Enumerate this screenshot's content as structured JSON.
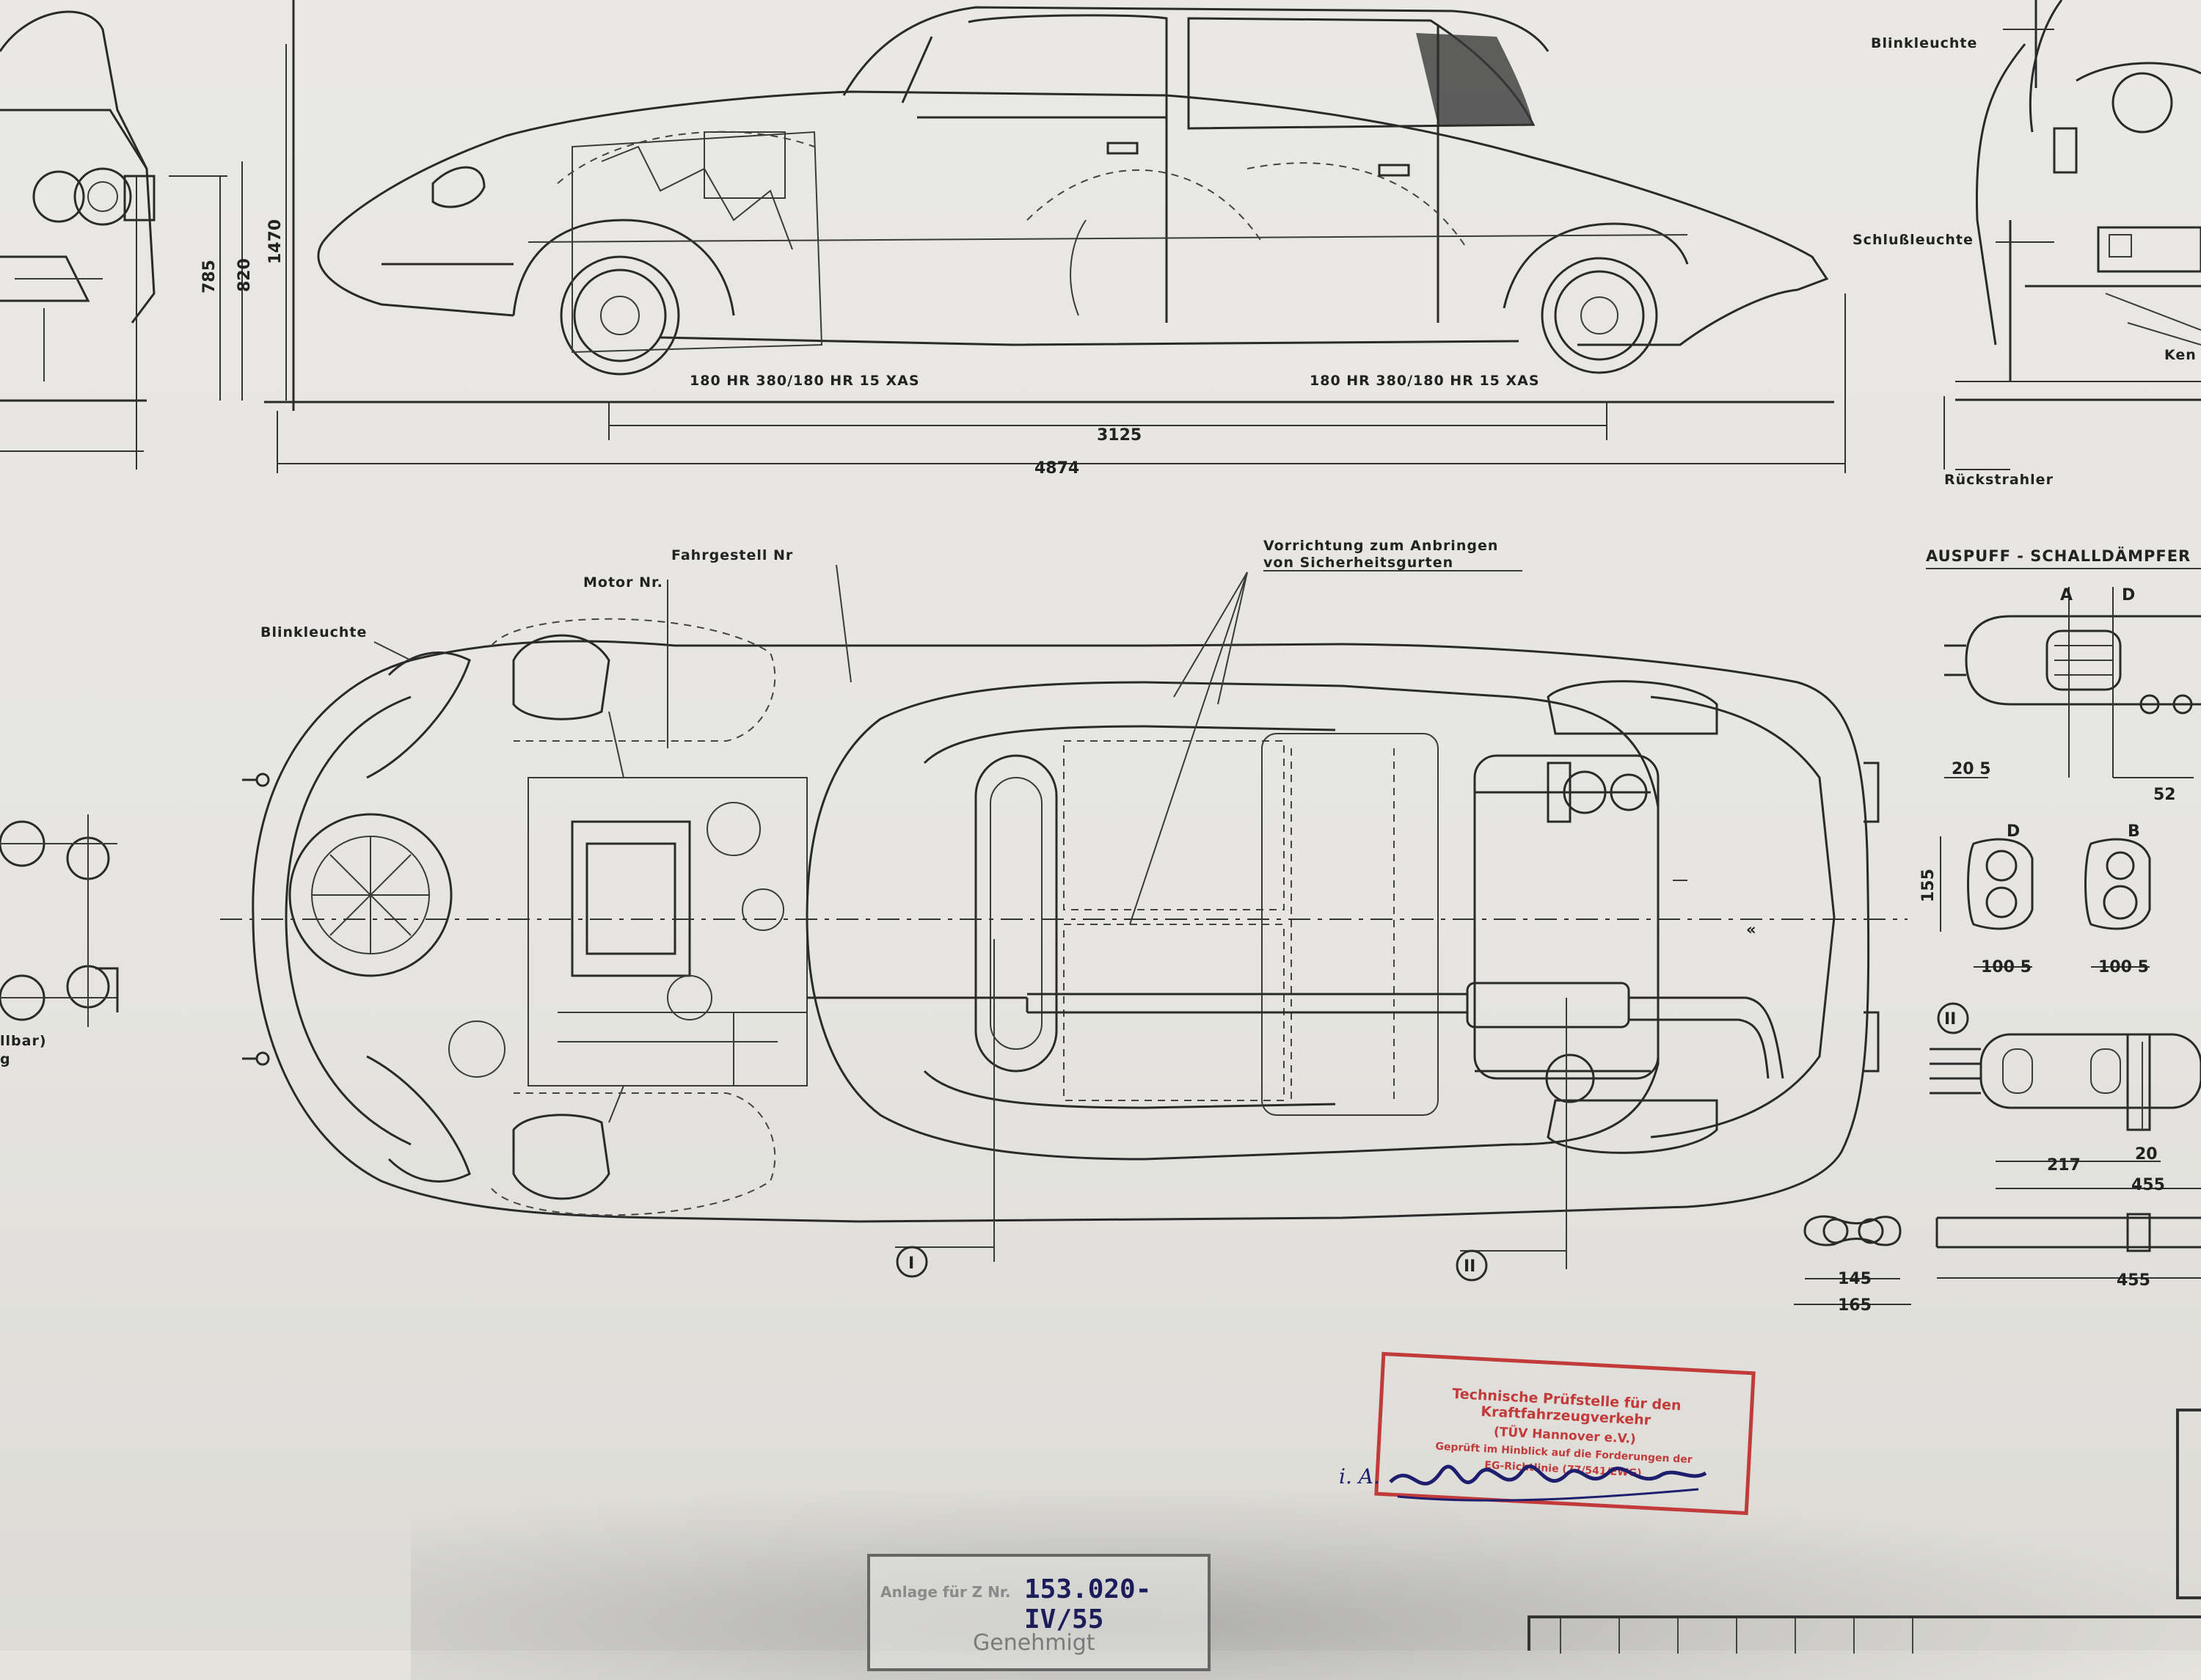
{
  "labels": {
    "blinkleuchte_top": "Blinkleuchte",
    "schlussleuchte": "Schlußleuchte",
    "rueckstrahler": "Rückstrahler",
    "kenn": "Ken",
    "fahrgestell": "Fahrgestell  Nr",
    "motor": "Motor Nr.",
    "blinkleuchte_plan": "Blinkleuchte",
    "vorrichtung_1": "Vorrichtung  zum  Anbringen",
    "vorrichtung_2": "von  Sicherheitsgurten",
    "auspuff": "AUSPUFF - SCHALLDÄMPFER",
    "partial_1": "llbar)",
    "partial_2": "g"
  },
  "dimensions": {
    "d785": "785",
    "d820": "820",
    "d1470": "1470",
    "d3125": "3125",
    "d4874": "4874",
    "tyre_front": "180 HR 380/180 HR 15 XAS",
    "tyre_rear": "180 HR 380/180 HR 15 XAS",
    "d155": "155",
    "d205": "20 5",
    "d52": "52",
    "d1005a": "100 5",
    "d1005b": "100 5",
    "d217": "217",
    "d20": "20",
    "d455a": "455",
    "d455b": "455",
    "d145": "145",
    "d165": "165",
    "secA": "A",
    "secD": "D",
    "secD2": "D",
    "secB": "B",
    "secI": "I",
    "secII": "II",
    "secII2": "II"
  },
  "stamp": {
    "line1": "Technische Prüfstelle für den Kraftfahrzeugverkehr",
    "line2": "(TÜV Hannover e.V.)",
    "line3": "Geprüft im Hinblick auf die Forderungen der",
    "line4": "EG-Richtlinie (77/541/EWG)"
  },
  "signature": "i. A.",
  "approval": {
    "anlage_label": "Anlage für Z Nr.",
    "number": "153.020-IV/55",
    "status": "Genehmigt"
  },
  "colors": {
    "stamp_red": "#c23a3a",
    "ink": "#2a2a2a",
    "paper": "#e6e5e1",
    "stamp_number_ink": "#1c1c5a"
  }
}
